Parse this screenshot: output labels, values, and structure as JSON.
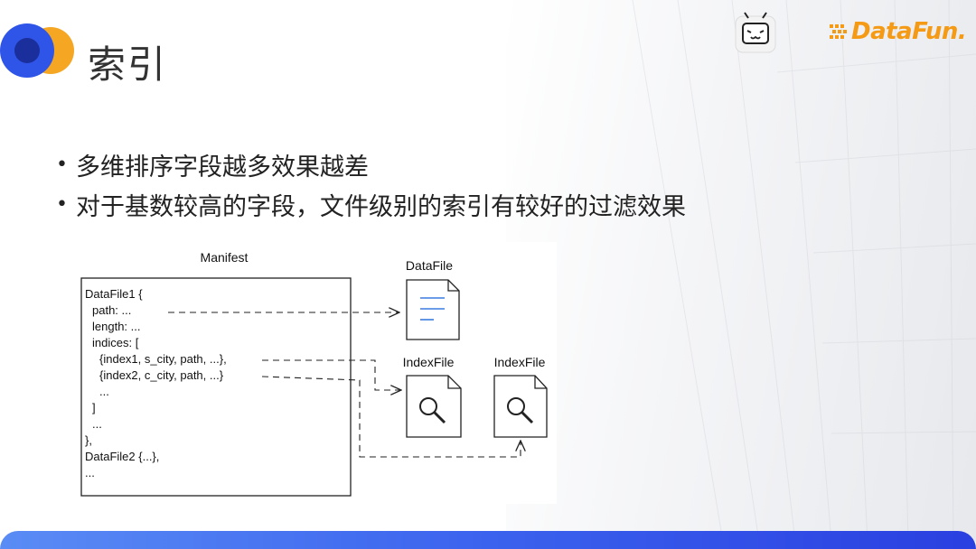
{
  "slide": {
    "title": "索引",
    "brand": "DataFun."
  },
  "bullets": [
    "多维排序字段越多效果越差",
    "对于基数较高的字段，文件级别的索引有较好的过滤效果"
  ],
  "diagram": {
    "manifest_label": "Manifest",
    "manifest_lines": [
      "DataFile1 {",
      "path: ...",
      "length: ...",
      "indices: [",
      "{index1, s_city, path, ...},",
      "{index2, c_city, path, ...}",
      "...",
      "]",
      "...",
      "},",
      "DataFile2 {...},",
      "..."
    ],
    "datafile_label": "DataFile",
    "indexfile1_label": "IndexFile",
    "indexfile2_label": "IndexFile"
  },
  "colors": {
    "accent_blue": "#2f55e8",
    "accent_orange": "#f59a14"
  }
}
